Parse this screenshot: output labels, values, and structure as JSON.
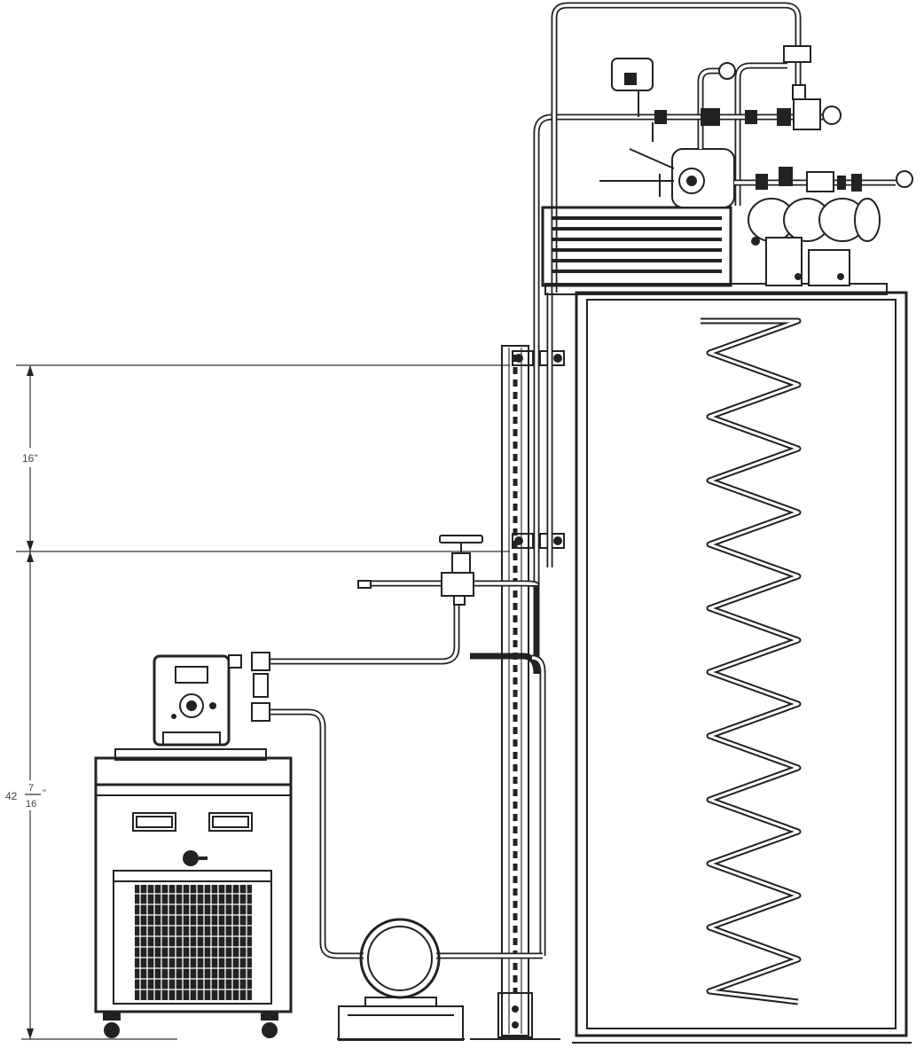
{
  "dimensions": {
    "upper_label": "16\"",
    "lower_whole": "42",
    "lower_num": "7",
    "lower_den": "16",
    "lower_unit": "\""
  },
  "colors": {
    "line": "#222222",
    "background": "#ffffff"
  }
}
